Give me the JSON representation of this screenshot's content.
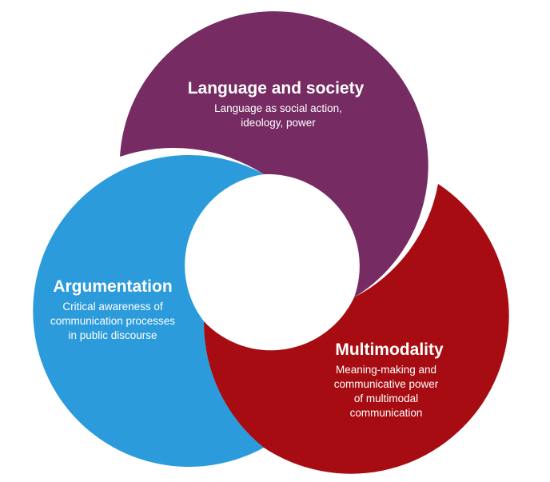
{
  "colors": {
    "background": "#ffffff",
    "language_society": "#762b63",
    "argumentation": "#2c9bdc",
    "multimodality": "#a60c11",
    "text": "#ffffff"
  },
  "segments": [
    {
      "key": "language_society",
      "title": "Language and society",
      "lines": [
        "Language as social action,",
        "ideology, power"
      ]
    },
    {
      "key": "argumentation",
      "title": "Argumentation",
      "lines": [
        "Critical awareness of",
        "communication processes",
        "in public discourse"
      ]
    },
    {
      "key": "multimodality",
      "title": "Multimodality",
      "lines": [
        "Meaning-making and",
        "communicative power",
        "of multimodal",
        "communication"
      ]
    }
  ]
}
